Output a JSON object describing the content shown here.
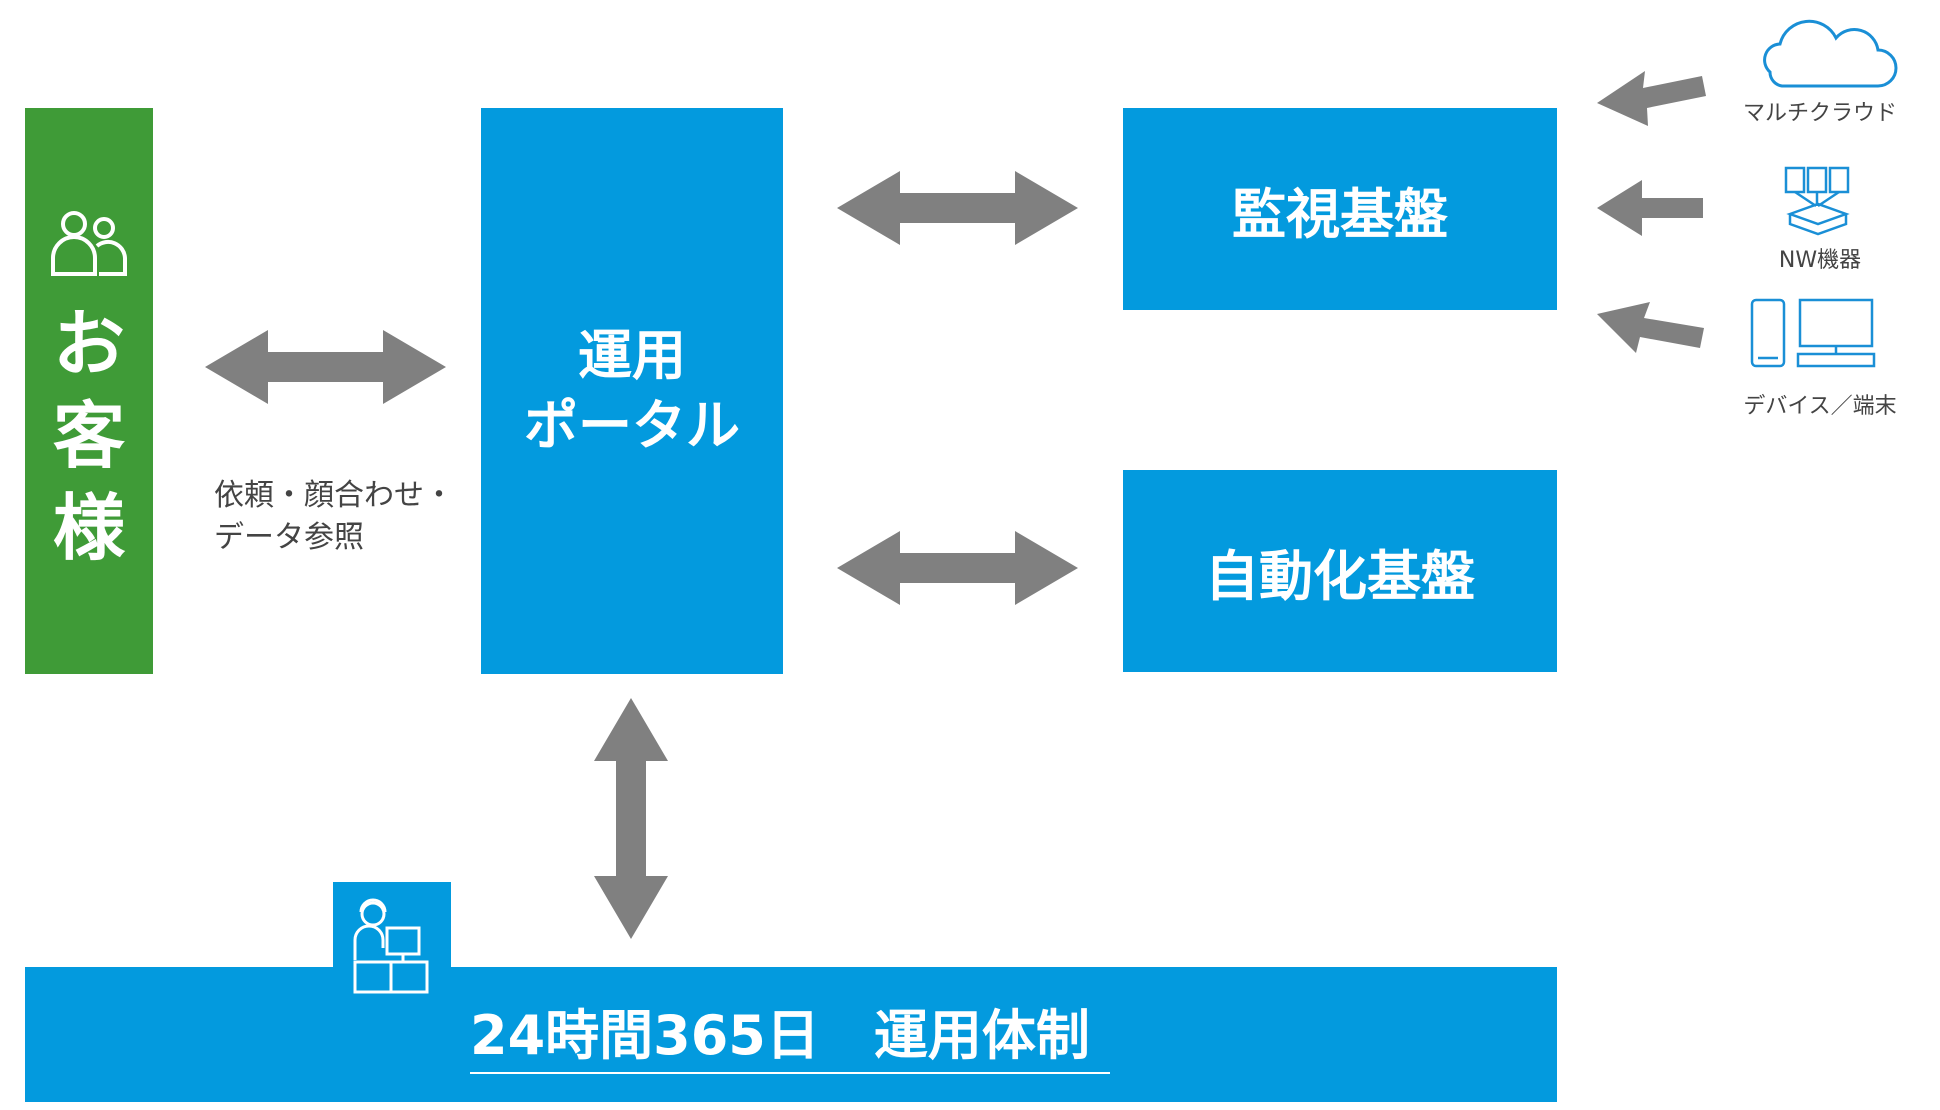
{
  "customer": {
    "chars": [
      "お",
      "客",
      "様"
    ]
  },
  "customer_note": {
    "line1": "依頼・顔合わせ・",
    "line2": "データ参照"
  },
  "portal": {
    "line1": "運用",
    "line2": "ポータル"
  },
  "monitoring": {
    "label": "監視基盤"
  },
  "automation": {
    "label": "自動化基盤"
  },
  "operations": {
    "label": "24時間365日　運用体制"
  },
  "sources": [
    {
      "label": "マルチクラウド",
      "icon": "cloud-icon"
    },
    {
      "label": "NW機器",
      "icon": "network-device-icon"
    },
    {
      "label": "デバイス／端末",
      "icon": "device-terminal-icon"
    }
  ],
  "colors": {
    "blue": "#039ade",
    "green": "#3f9b37",
    "arrow": "#808080",
    "icon": "#1a8fd6"
  }
}
